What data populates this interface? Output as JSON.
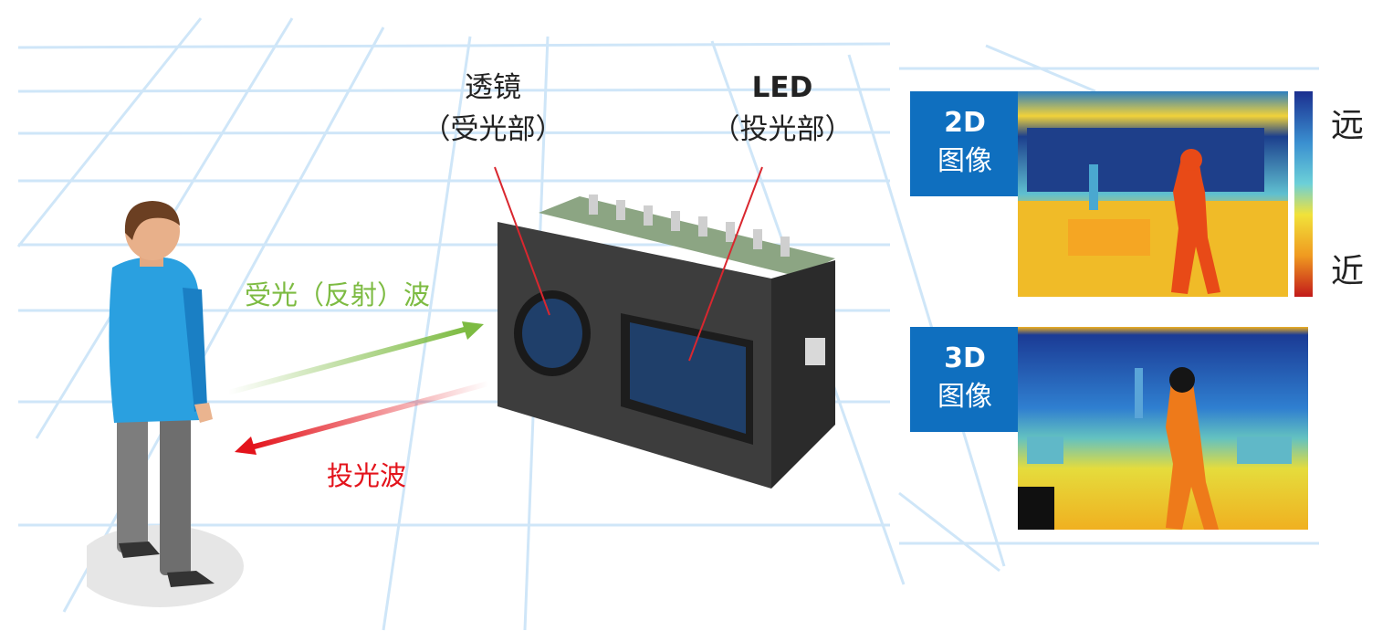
{
  "lens_label": {
    "line1": "透镜",
    "line2": "（受光部）"
  },
  "led_label": {
    "line1": "LED",
    "line2": "（投光部）"
  },
  "received_wave_label": "受光（反射）波",
  "emitted_wave_label": "投光波",
  "image_2d_tag": {
    "line1": "2D",
    "line2": "图像"
  },
  "image_3d_tag": {
    "line1": "3D",
    "line2": "图像"
  },
  "depth_scale": {
    "far": "远",
    "near": "近"
  },
  "colors": {
    "tag_blue": "#0f6fbf",
    "received_green": "#7dbb42",
    "emitted_red": "#e3131b",
    "grid_blue": "#c8e3f7"
  }
}
